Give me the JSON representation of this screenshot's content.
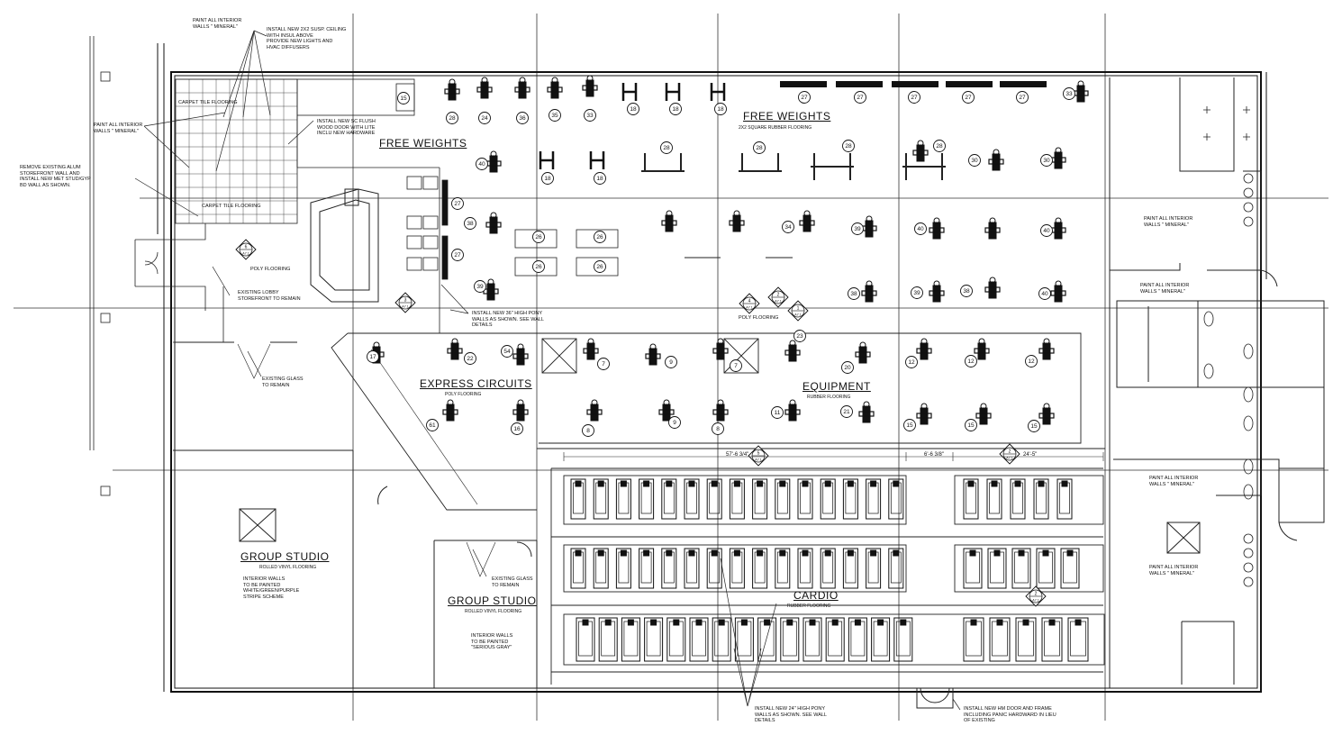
{
  "rooms": {
    "free_weights_left": {
      "title": "FREE WEIGHTS"
    },
    "free_weights_right": {
      "title": "FREE WEIGHTS",
      "sub": "2X2 SQUARE RUBBER FLOORING"
    },
    "express": {
      "title": "EXPRESS CIRCUITS",
      "sub": "POLY FLOORING"
    },
    "equipment": {
      "title": "EQUIPMENT",
      "sub": "RUBBER FLOORING"
    },
    "cardio": {
      "title": "CARDIO",
      "sub": "RUBBER FLOORING"
    },
    "group_studio_1": {
      "title": "GROUP STUDIO",
      "sub": "ROLLED VINYL FLOORING",
      "note": "INTERIOR WALLS\nTO BE PAINTED\nWHITE/GREEN/PURPLE\nSTRIPE SCHEME"
    },
    "group_studio_2": {
      "title": "GROUP STUDIO",
      "sub": "ROLLED VINYL FLOORING",
      "note": "INTERIOR WALLS\nTO BE PAINTED\n\"SERIOUS GRAY\""
    }
  },
  "notes": {
    "paint_top": "PAINT ALL INTERIOR\nWALLS \" MINERAL\"",
    "ceiling": "INSTALL NEW 2X2 SUSP. CEILING\nWITH INSUL ABOVE\nPROVIDE NEW LIGHTS AND\nHVAC DIFFUSERS",
    "paint_left": "PAINT ALL INTERIOR\nWALLS \" MINERAL\"",
    "storefront": "REMOVE EXISTING ALUM\nSTOREFRONT WALL AND\nINSTALL NEW MET STUD/GYP\nBD WALL AS SHOWN.",
    "door": "INSTALL NEW SC FLUSH\nWOOD DOOR WITH LITE\nINCLU NEW HARDWARE",
    "carpet1": "CARPET TILE FLOORING",
    "carpet2": "CARPET TILE FLOORING",
    "poly": "POLY FLOORING",
    "lobby": "EXISTING LOBBY\nSTOREFRONT TO REMAIN",
    "pony36": "INSTALL NEW 36\" HIGH PONY\nWALLS AS SHOWN. SEE WALL\nDETAILS",
    "poly2": "POLY FLOORING",
    "glass1": "EXISTING GLASS\nTO REMAIN",
    "glass2": "EXISTING GLASS\nTO REMAIN",
    "paint_r1": "PAINT ALL INTERIOR\nWALLS \" MINERAL\"",
    "paint_r2": "PAINT ALL INTERIOR\nWALLS \" MINERAL\"",
    "paint_r3": "PAINT ALL INTERIOR\nWALLS \" MINERAL\"",
    "paint_r4": "PAINT ALL INTERIOR\nWALLS \" MINERAL\"",
    "pony24": "INSTALL NEW 24\" HIGH PONY\nWALLS AS SHOWN. SEE WALL\nDETAILS",
    "hmdoor": "INSTALL NEW HM DOOR AND FRAME\nINCLUDING PANIC HARDWARD IN LIEU\nOF EXISTING"
  },
  "dims": {
    "d1": "57'-6 3/4\"",
    "d2": "6'-6 3/8\"",
    "d3": "24'-5\""
  },
  "callouts": {
    "row1": [
      "15",
      "28",
      "24",
      "36",
      "35",
      "33",
      "18",
      "18",
      "18",
      "27",
      "27",
      "27",
      "27",
      "27",
      "33"
    ],
    "row2": [
      "40",
      "18",
      "18",
      "28",
      "28",
      "28",
      "28",
      "30",
      "30"
    ],
    "row3": [
      "27",
      "38",
      "26",
      "26",
      "34",
      "39",
      "40",
      "40"
    ],
    "row4": [
      "27",
      "39",
      "26",
      "26",
      "38",
      "39",
      "38",
      "40"
    ],
    "row5": [
      "17",
      "22",
      "54",
      "7",
      "9",
      "7",
      "23",
      "20",
      "12",
      "12",
      "12"
    ],
    "row6": [
      "61",
      "16",
      "8",
      "9",
      "8",
      "11",
      "21",
      "15",
      "15",
      "15"
    ]
  },
  "section_tags": [
    {
      "num": "6",
      "ref": "A7.1"
    },
    {
      "num": "3",
      "ref": "A7.1"
    },
    {
      "num": "4",
      "ref": "A7.1"
    },
    {
      "num": "2",
      "ref": "A7.1"
    },
    {
      "num": "1",
      "ref": "A7.1"
    },
    {
      "num": "5",
      "ref": "A7.1"
    },
    {
      "num": "2",
      "ref": "A7.1"
    },
    {
      "num": "2",
      "ref": "A7.1"
    }
  ],
  "colors": {
    "ink": "#111111",
    "line": "#222222",
    "grid": "#333333"
  }
}
